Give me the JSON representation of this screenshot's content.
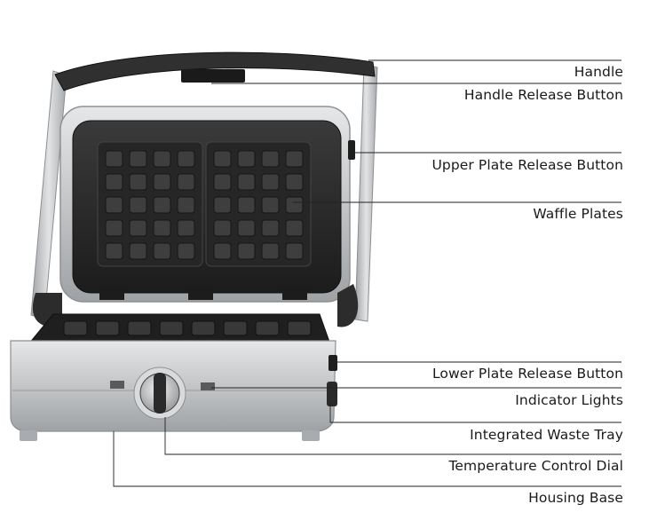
{
  "labels": [
    "Handle",
    "Handle Release Button",
    "Upper Plate Release Button",
    "Waffle Plates",
    "Lower Plate Release Button",
    "Indicator Lights",
    "Integrated Waste Tray",
    "Temperature Control Dial",
    "Housing Base"
  ],
  "colors": {
    "housing": "#c9cbcd",
    "plate": "#2a2a2a",
    "handle": "#3a3a3a",
    "line": "#222222"
  }
}
